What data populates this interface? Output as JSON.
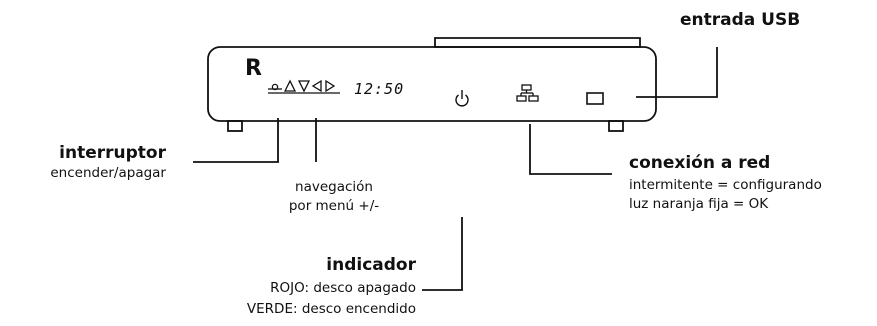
{
  "device": {
    "brand": "R",
    "display_time": "12:50"
  },
  "callouts": {
    "usb": {
      "title": "entrada USB"
    },
    "switch": {
      "title": "interruptor",
      "desc": "encender/apagar"
    },
    "navigation": {
      "line1": "navegación",
      "line2": "por menú +/-"
    },
    "network": {
      "title": "conexión a red",
      "line1": "intermitente = configurando",
      "line2": "luz naranja fija = OK"
    },
    "indicator": {
      "title": "indicador",
      "line1": "ROJO: desco apagado",
      "line2": "VERDE: desco encendido"
    }
  },
  "icons": {
    "power": "power-icon",
    "network": "network-icon",
    "usb": "usb-port-icon",
    "buttons": [
      "power-button-icon",
      "up-arrow-icon",
      "down-arrow-icon",
      "left-arrow-icon",
      "right-arrow-icon"
    ]
  },
  "colors": {
    "line": "#111111",
    "background": "#ffffff"
  }
}
